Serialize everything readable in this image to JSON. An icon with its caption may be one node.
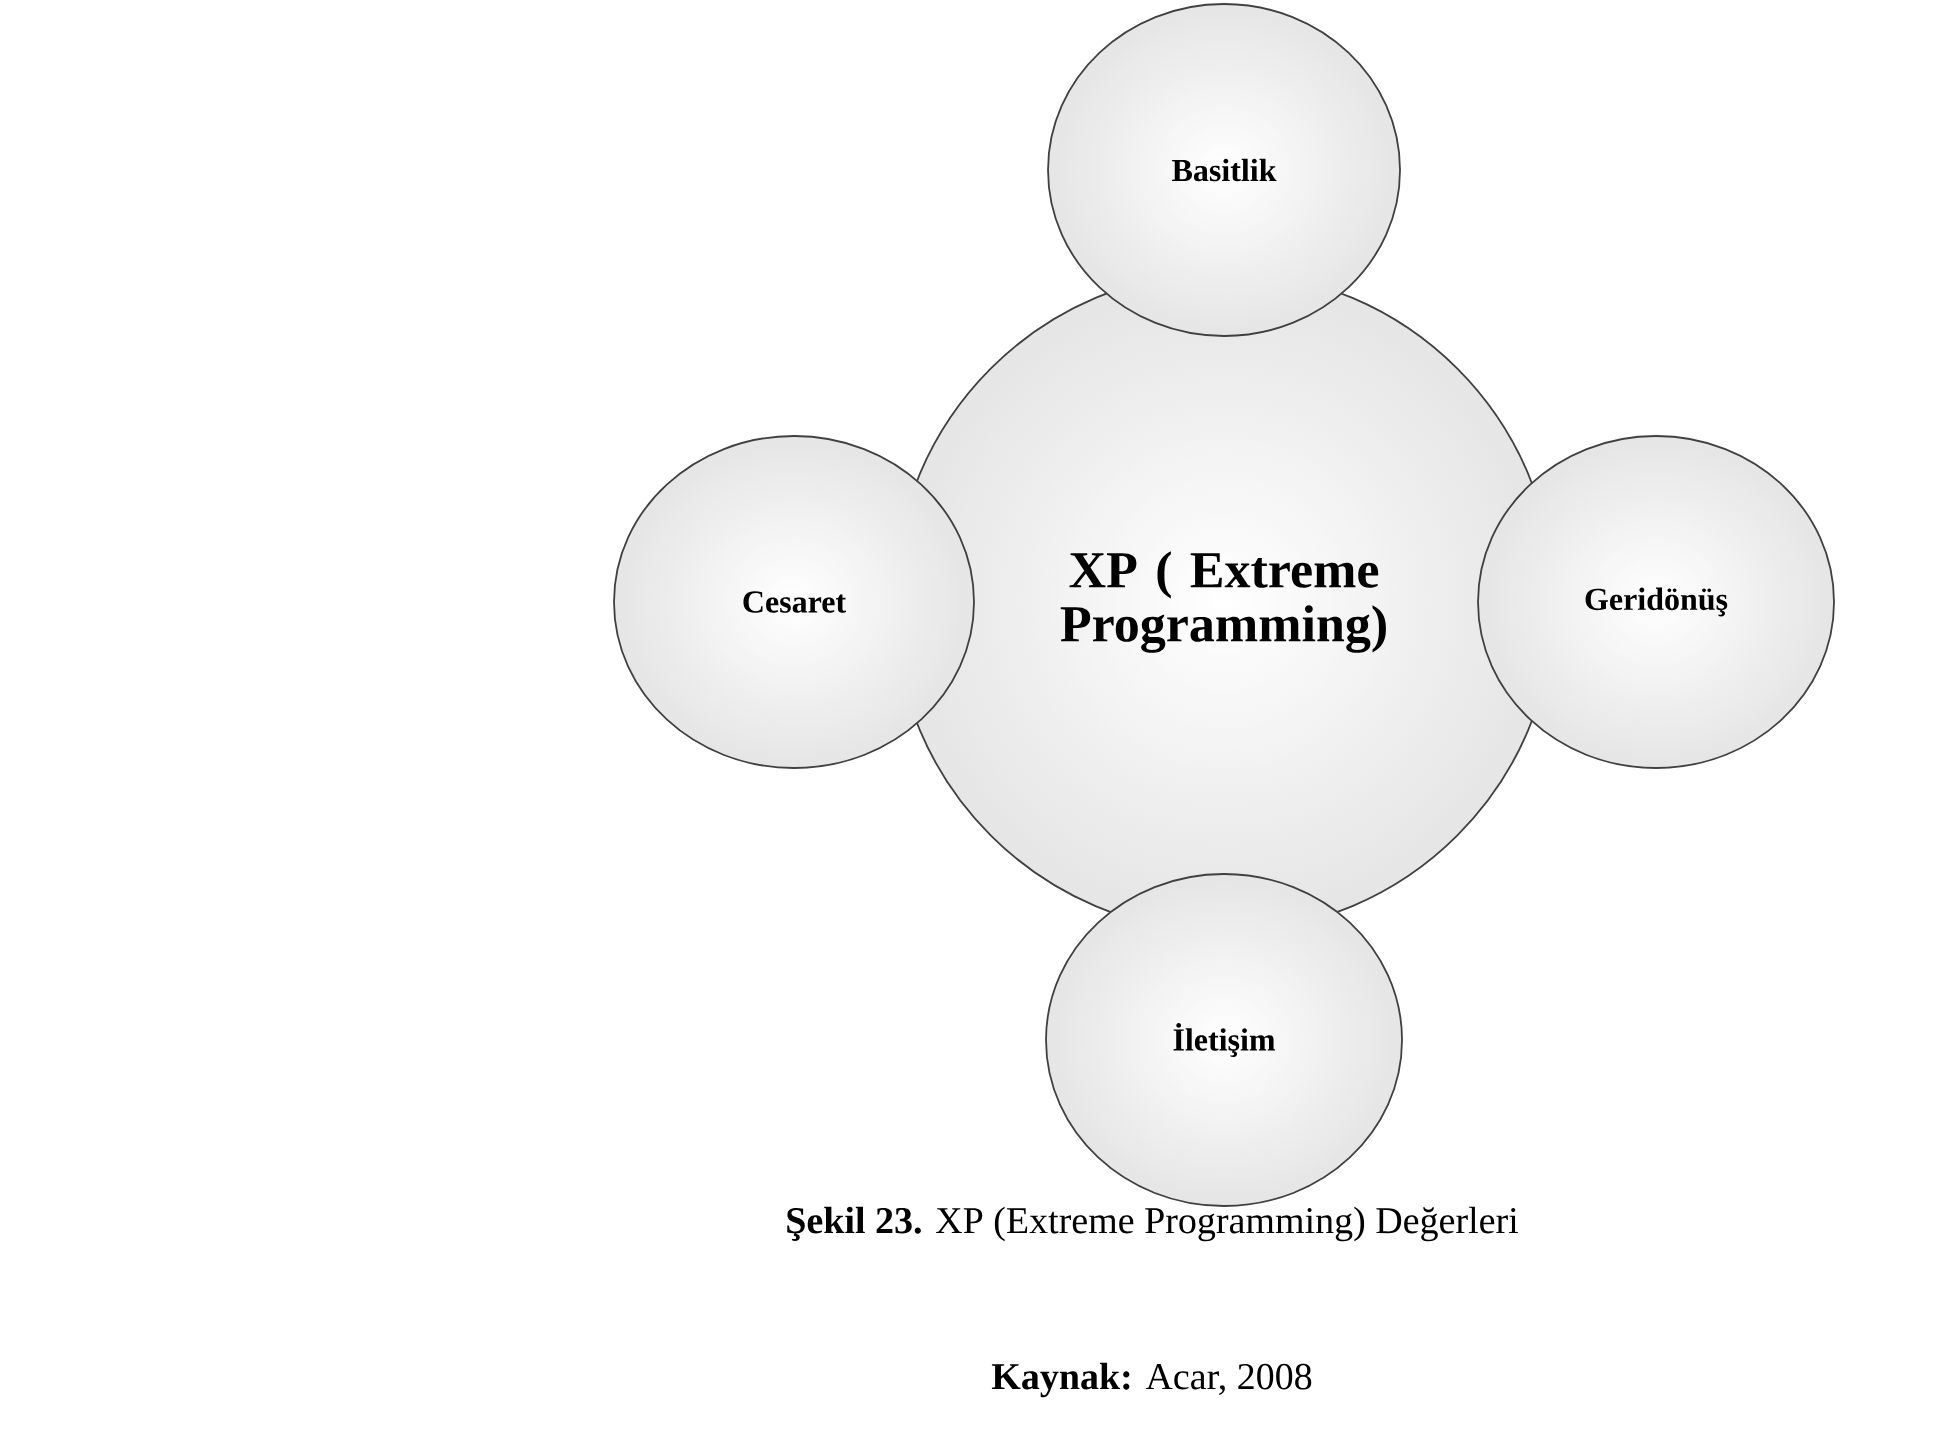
{
  "diagram": {
    "caption": "**Şekil 23.** XP (Extreme Programming) Değerleri",
    "nodes": [
      {
        "text": [
          "Basitlik"
        ]
      },
      {
        "text": [
          "Cesaret"
        ]
      },
      {
        "text": [
          "XP ( Extreme Programming)"
        ]
      },
      {
        "text": [
          "Geridönüş"
        ]
      },
      {
        "text": [
          "İletişim"
        ]
      }
    ],
    "labels": [
      "**Kaynak:** Acar, 2008"
    ]
  }
}
